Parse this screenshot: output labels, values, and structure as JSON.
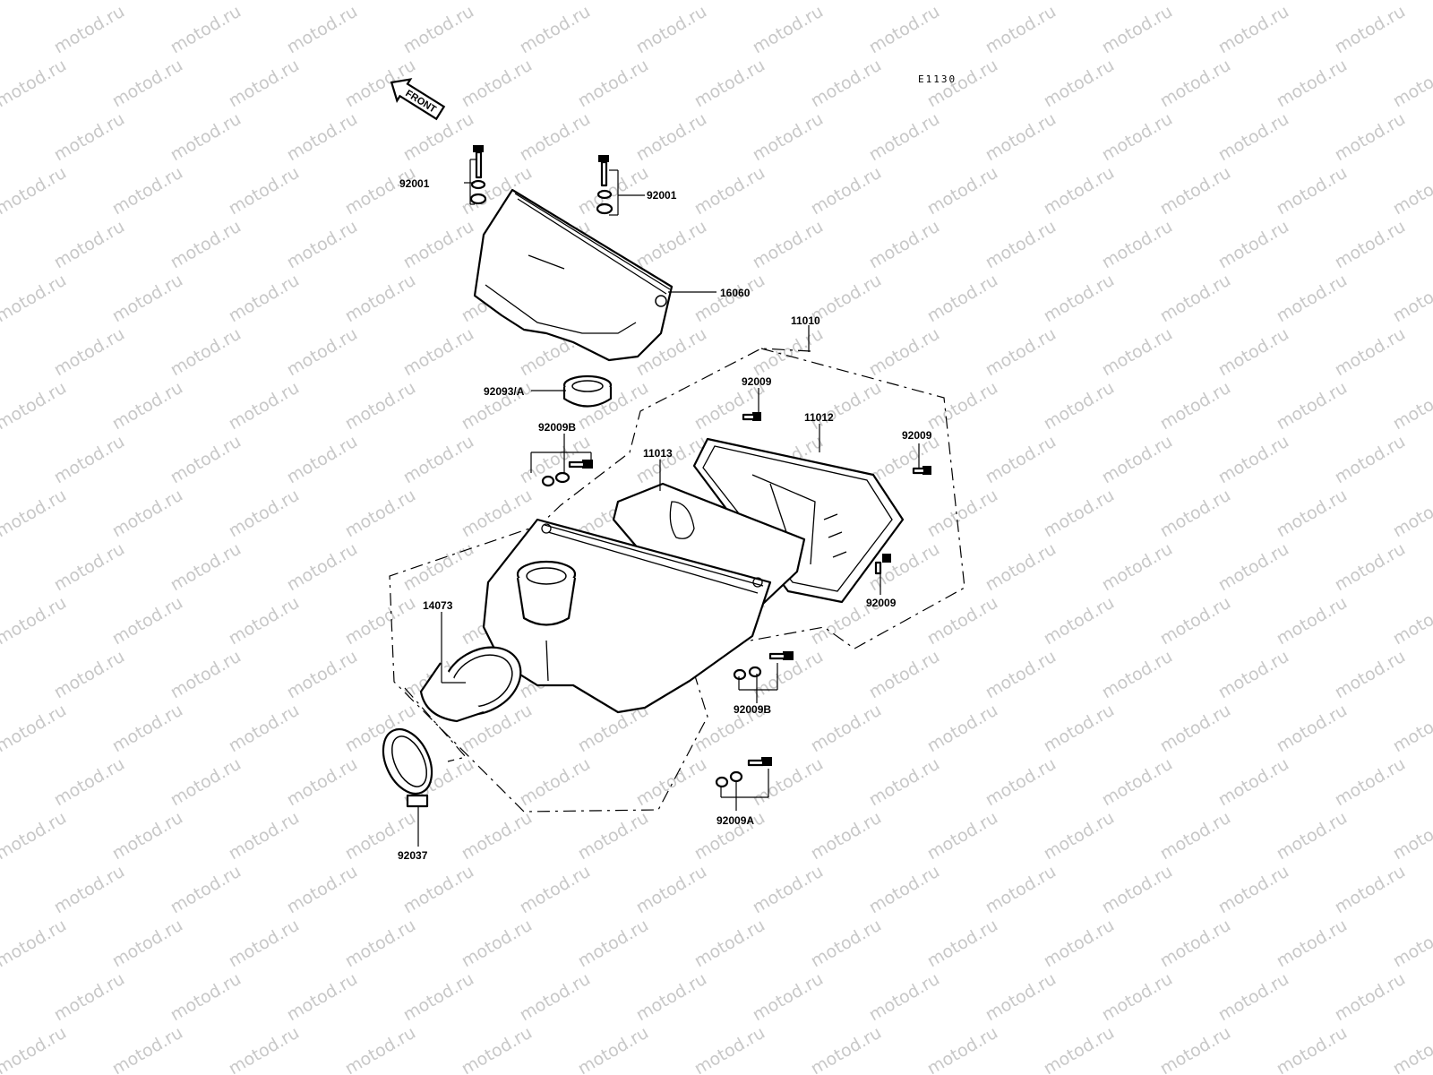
{
  "diagram": {
    "code": "E1130",
    "front_label": "FRONT",
    "watermark": "motod.ru",
    "parts": [
      {
        "number": "92001"
      },
      {
        "number": "92001"
      },
      {
        "number": "16060"
      },
      {
        "number": "11010"
      },
      {
        "number": "92093/A"
      },
      {
        "number": "92009"
      },
      {
        "number": "11012"
      },
      {
        "number": "92009B"
      },
      {
        "number": "92009"
      },
      {
        "number": "11013"
      },
      {
        "number": "92009"
      },
      {
        "number": "14073"
      },
      {
        "number": "92009B"
      },
      {
        "number": "92009A"
      },
      {
        "number": "92037"
      }
    ]
  }
}
